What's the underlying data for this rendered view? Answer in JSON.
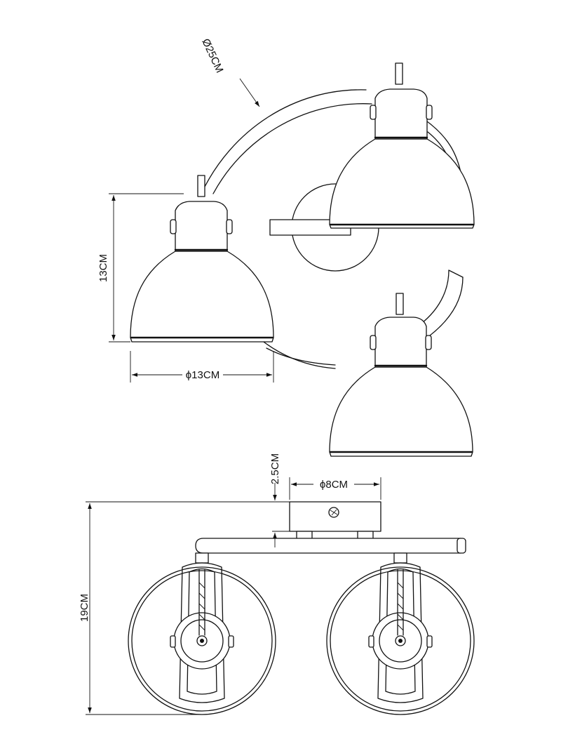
{
  "dimensions": {
    "arc_diameter": "Ø25CM",
    "shade_height": "13CM",
    "shade_diameter": "ϕ13CM",
    "base_height": "2.5CM",
    "base_diameter": "ϕ8CM",
    "total_height": "19CM"
  }
}
